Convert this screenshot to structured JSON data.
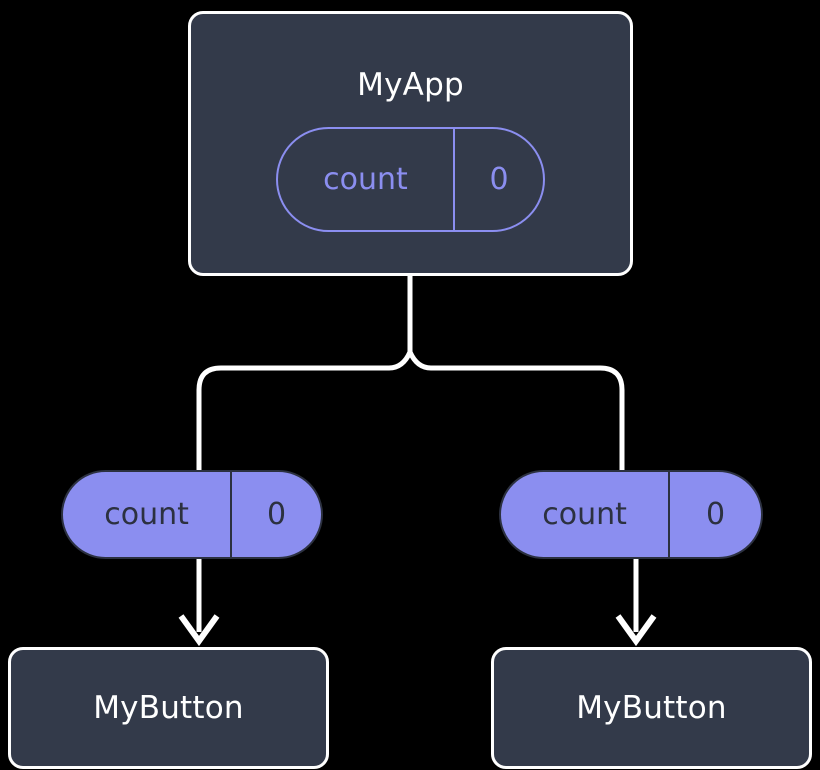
{
  "diagram": {
    "title": "MyApp component tree with count state passed as props to MyButton children",
    "background_color": "#000000",
    "colors": {
      "box_fill": "#333a4a",
      "box_border": "#ffffff",
      "accent": "#8b8ef0",
      "pill_text_dark": "#2c3140",
      "wire": "#ffffff"
    }
  },
  "root": {
    "component_name": "MyApp",
    "state_pill": {
      "key": "count",
      "value": "0",
      "style": "outline"
    }
  },
  "children": [
    {
      "props_pill": {
        "key": "count",
        "value": "0",
        "style": "filled"
      },
      "component_name": "MyButton"
    },
    {
      "props_pill": {
        "key": "count",
        "value": "0",
        "style": "filled"
      },
      "component_name": "MyButton"
    }
  ],
  "connectors": {
    "parent_to_children": "branching-line",
    "pill_to_component": "arrow-down"
  }
}
